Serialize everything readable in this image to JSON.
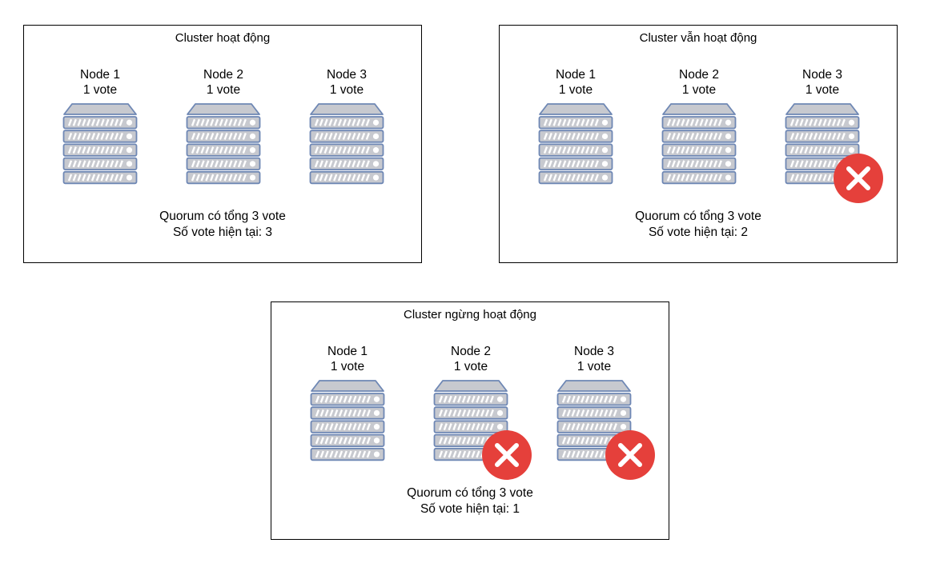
{
  "panels": [
    {
      "title": "Cluster hoạt động",
      "quorum_text": "Quorum có tổng 3 vote",
      "current_text": "Số vote hiện tại: 3",
      "nodes": [
        {
          "name": "Node 1",
          "vote": "1 vote",
          "failed": false
        },
        {
          "name": "Node 2",
          "vote": "1 vote",
          "failed": false
        },
        {
          "name": "Node 3",
          "vote": "1 vote",
          "failed": false
        }
      ]
    },
    {
      "title": "Cluster vẫn hoạt động",
      "quorum_text": "Quorum có tổng 3 vote",
      "current_text": "Số vote hiện tại: 2",
      "nodes": [
        {
          "name": "Node 1",
          "vote": "1 vote",
          "failed": false
        },
        {
          "name": "Node 2",
          "vote": "1 vote",
          "failed": false
        },
        {
          "name": "Node 3",
          "vote": "1 vote",
          "failed": true
        }
      ]
    },
    {
      "title": "Cluster ngừng hoạt động",
      "quorum_text": "Quorum có tổng 3 vote",
      "current_text": "Số vote hiện tại: 1",
      "nodes": [
        {
          "name": "Node 1",
          "vote": "1 vote",
          "failed": false
        },
        {
          "name": "Node 2",
          "vote": "1 vote",
          "failed": true
        },
        {
          "name": "Node 3",
          "vote": "1 vote",
          "failed": true
        }
      ]
    }
  ],
  "icons": {
    "server": "server-rack-icon",
    "failure": "failure-x-icon"
  },
  "colors": {
    "server_fill": "#c7c9cf",
    "server_stroke": "#6e87b4",
    "failure_red": "#e5403b",
    "border": "#000000"
  }
}
